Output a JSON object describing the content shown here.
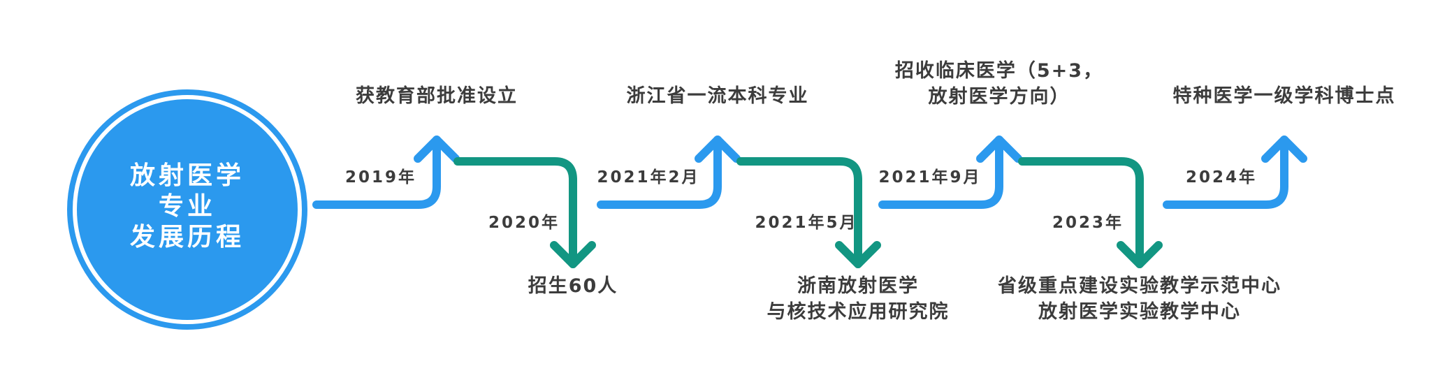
{
  "center": {
    "lines": [
      "放射医学",
      "专业",
      "发展历程"
    ]
  },
  "colors": {
    "blue": "#2b99ee",
    "teal": "#129682",
    "text": "#3c3c3c",
    "circle_border": "#2b99ee",
    "circle_fill": "#2b99ee"
  },
  "milestones": [
    {
      "year": "2019年",
      "event": [
        "获教育部批准设立"
      ],
      "direction": "up",
      "color": "blue"
    },
    {
      "year": "2020年",
      "event": [
        "招生60人"
      ],
      "direction": "down",
      "color": "teal"
    },
    {
      "year": "2021年2月",
      "event": [
        "浙江省一流本科专业"
      ],
      "direction": "up",
      "color": "blue"
    },
    {
      "year": "2021年5月",
      "event": [
        "浙南放射医学",
        "与核技术应用研究院"
      ],
      "direction": "down",
      "color": "teal"
    },
    {
      "year": "2021年9月",
      "event": [
        "招收临床医学（5+3，",
        "放射医学方向）"
      ],
      "direction": "up",
      "color": "blue"
    },
    {
      "year": "2023年",
      "event": [
        "省级重点建设实验教学示范中心",
        "放射医学实验教学中心"
      ],
      "direction": "down",
      "color": "teal"
    },
    {
      "year": "2024年",
      "event": [
        "特种医学一级学科博士点"
      ],
      "direction": "up",
      "color": "blue"
    }
  ]
}
